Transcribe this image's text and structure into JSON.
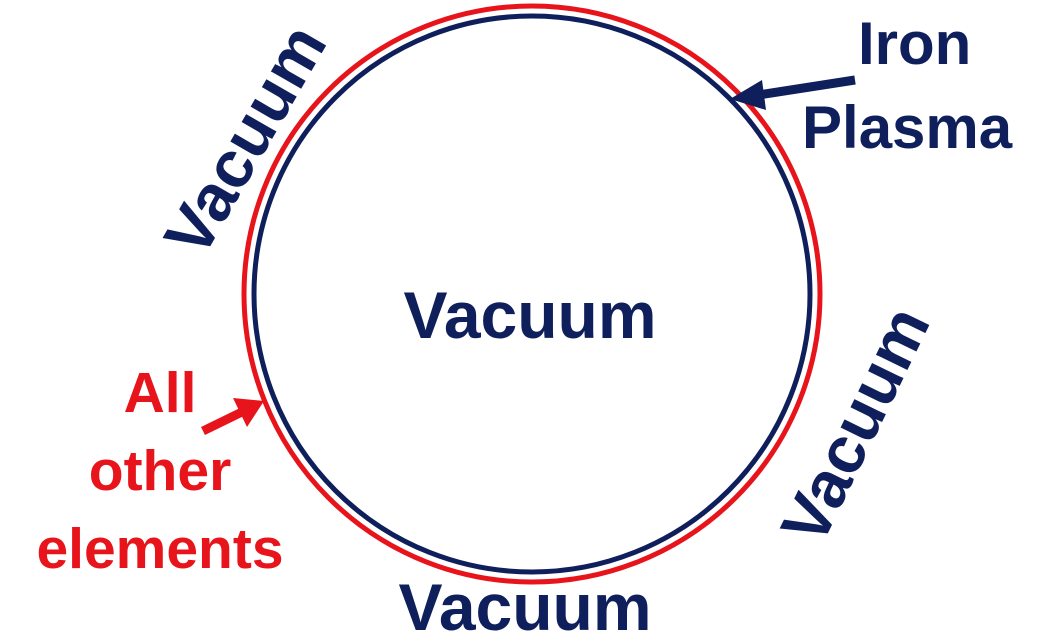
{
  "labels": {
    "center": "Vacuum",
    "upper_left": "Vacuum",
    "right": "Vacuum",
    "bottom": "Vacuum",
    "iron_line1": "Iron",
    "iron_line2": "Plasma",
    "other_line1": "All",
    "other_line2": "other",
    "other_line3": "elements"
  },
  "colors": {
    "navy": "#0f1f5c",
    "red": "#e8141b"
  }
}
